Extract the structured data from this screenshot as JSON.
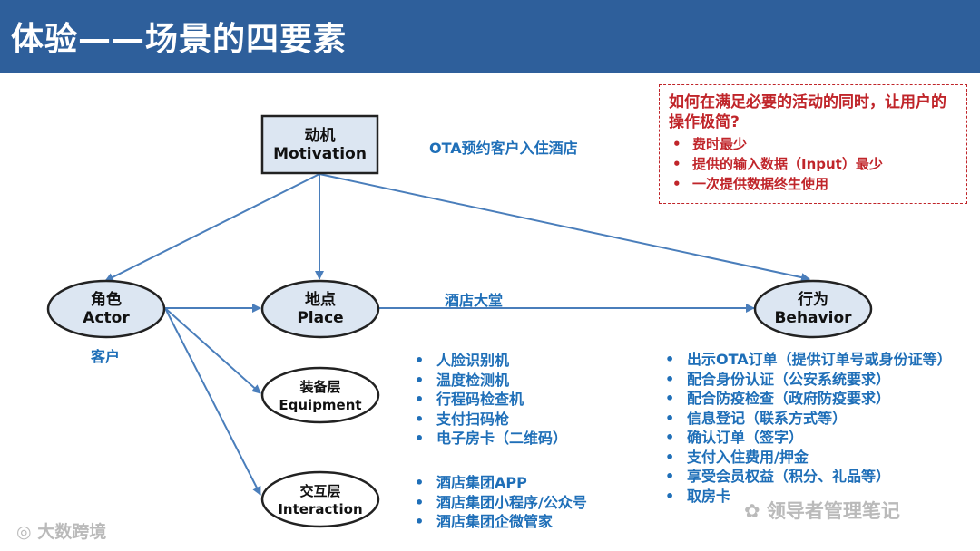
{
  "header": {
    "title": "体验——场景的四要素"
  },
  "nodes": {
    "motivation": {
      "line1": "动机",
      "line2": "Motivation"
    },
    "actor": {
      "line1": "角色",
      "line2": "Actor"
    },
    "place": {
      "line1": "地点",
      "line2": "Place"
    },
    "behavior": {
      "line1": "行为",
      "line2": "Behavior"
    },
    "equipment": {
      "line1": "装备层",
      "line2": "Equipment"
    },
    "interaction": {
      "line1": "交互层",
      "line2": "Interaction"
    }
  },
  "labels": {
    "motivation_desc": "OTA预约客户入住酒店",
    "place_desc": "酒店大堂",
    "actor_desc": "客户"
  },
  "note": {
    "title": "如何在满足必要的活动的同时，让用户的操作极简?",
    "items": [
      "费时最少",
      "提供的输入数据（Input）最少",
      "一次提供数据终生使用"
    ]
  },
  "equipment_list": [
    "人脸识别机",
    "温度检测机",
    "行程码检查机",
    "支付扫码枪",
    "电子房卡（二维码）"
  ],
  "interaction_list": [
    "酒店集团APP",
    "酒店集团小程序/公众号",
    "酒店集团企微管家"
  ],
  "behavior_list": [
    "出示OTA订单（提供订单号或身份证等）",
    "配合身份认证（公安系统要求）",
    "配合防疫检查（政府防疫要求）",
    "信息登记（联系方式等）",
    "确认订单（签字）",
    "支付入住费用/押金",
    "享受会员权益（积分、礼品等）",
    "取房卡"
  ],
  "watermarks": {
    "left": "大数跨境",
    "right": "领导者管理笔记"
  },
  "colors": {
    "header_bg": "#2e5f9b",
    "node_fill": "#dce6f2",
    "arrow": "#4a7ebb",
    "accent_text": "#1f6fb8",
    "note_red": "#c0252a"
  }
}
